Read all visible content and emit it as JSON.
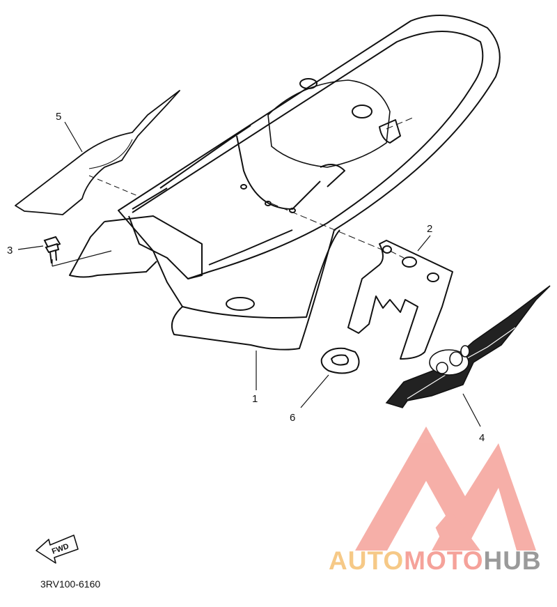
{
  "callouts": {
    "c1": "1",
    "c2": "2",
    "c3": "3",
    "c4": "4",
    "c5": "5",
    "c6": "6"
  },
  "fwd": "FWD",
  "diagram_code": "3RV100-6160",
  "watermark": {
    "part1": "AUTO",
    "part2": "MOTO",
    "part3": "HUB",
    "colors": {
      "auto": "#f6c987",
      "moto": "#f5a29a",
      "hub": "#9a9a9a",
      "logo": "#f5a29a"
    }
  },
  "icons": {
    "fwd_arrow": "fwd-arrow-icon",
    "logo": "mountain-logo-icon"
  }
}
